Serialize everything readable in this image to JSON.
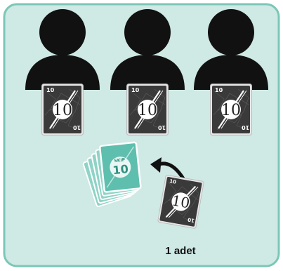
{
  "panel": {
    "fill": "#cfe9e4",
    "stroke": "#7cc7b7"
  },
  "players": [
    {
      "card_value": "10",
      "card_corner": "10",
      "card_corner_flipped": "10"
    },
    {
      "card_value": "10",
      "card_corner": "10",
      "card_corner_flipped": "10"
    },
    {
      "card_value": "10",
      "card_corner": "10",
      "card_corner_flipped": "10"
    }
  ],
  "deck": {
    "top_text": "SKIP",
    "value": "10",
    "color": "#5fbfae",
    "dark_color": "#2f8f7e"
  },
  "discard_card": {
    "value": "10",
    "corner": "10",
    "corner_flipped": "10"
  },
  "caption": "1 adet",
  "colors": {
    "silhouette": "#111111",
    "card_face": "#3a3a3a",
    "card_pattern": "#4e4e4e",
    "card_border": "#ffffff"
  }
}
